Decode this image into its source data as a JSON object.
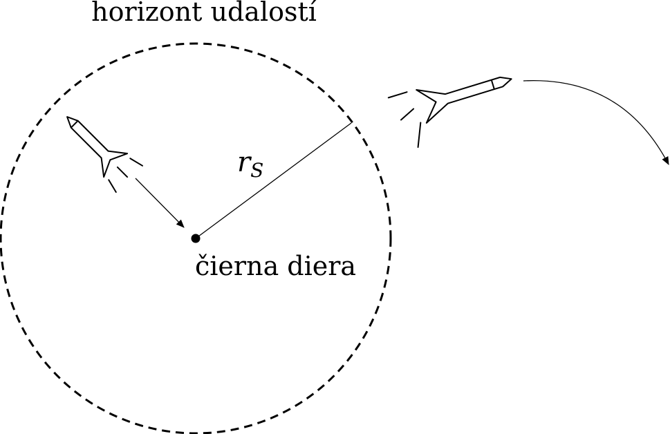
{
  "labels": {
    "event_horizon": "horizont udalostí",
    "black_hole": "čierna diera",
    "radius_symbol": "r",
    "radius_subscript": "S"
  },
  "colors": {
    "ink": "#000000",
    "background": "#ffffff"
  }
}
